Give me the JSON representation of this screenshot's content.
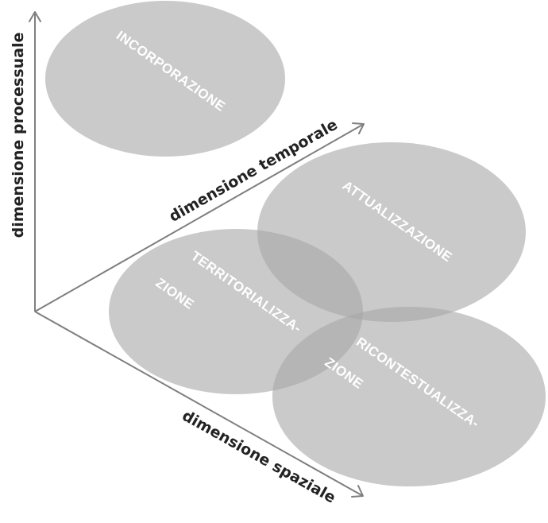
{
  "axes": {
    "vertical": "dimensione processuale",
    "diagonal_up": "dimensione temporale",
    "diagonal_down": "dimensione spaziale"
  },
  "bubbles": {
    "incorporazione": "INCORPORAZIONE",
    "attualizzazione": "ATTUALIZZAZIONE",
    "territorializzazione_1": "TERRITORIALIZZA-",
    "territorializzazione_2": "ZIONE",
    "ricontestualizzazione_1": "RICONTESTUALIZZA-",
    "ricontestualizzazione_2": "ZIONE"
  },
  "colors": {
    "bubble_fill": "#a6a6a6",
    "axis": "#7f7f7f",
    "label_text": "#ffffff"
  }
}
